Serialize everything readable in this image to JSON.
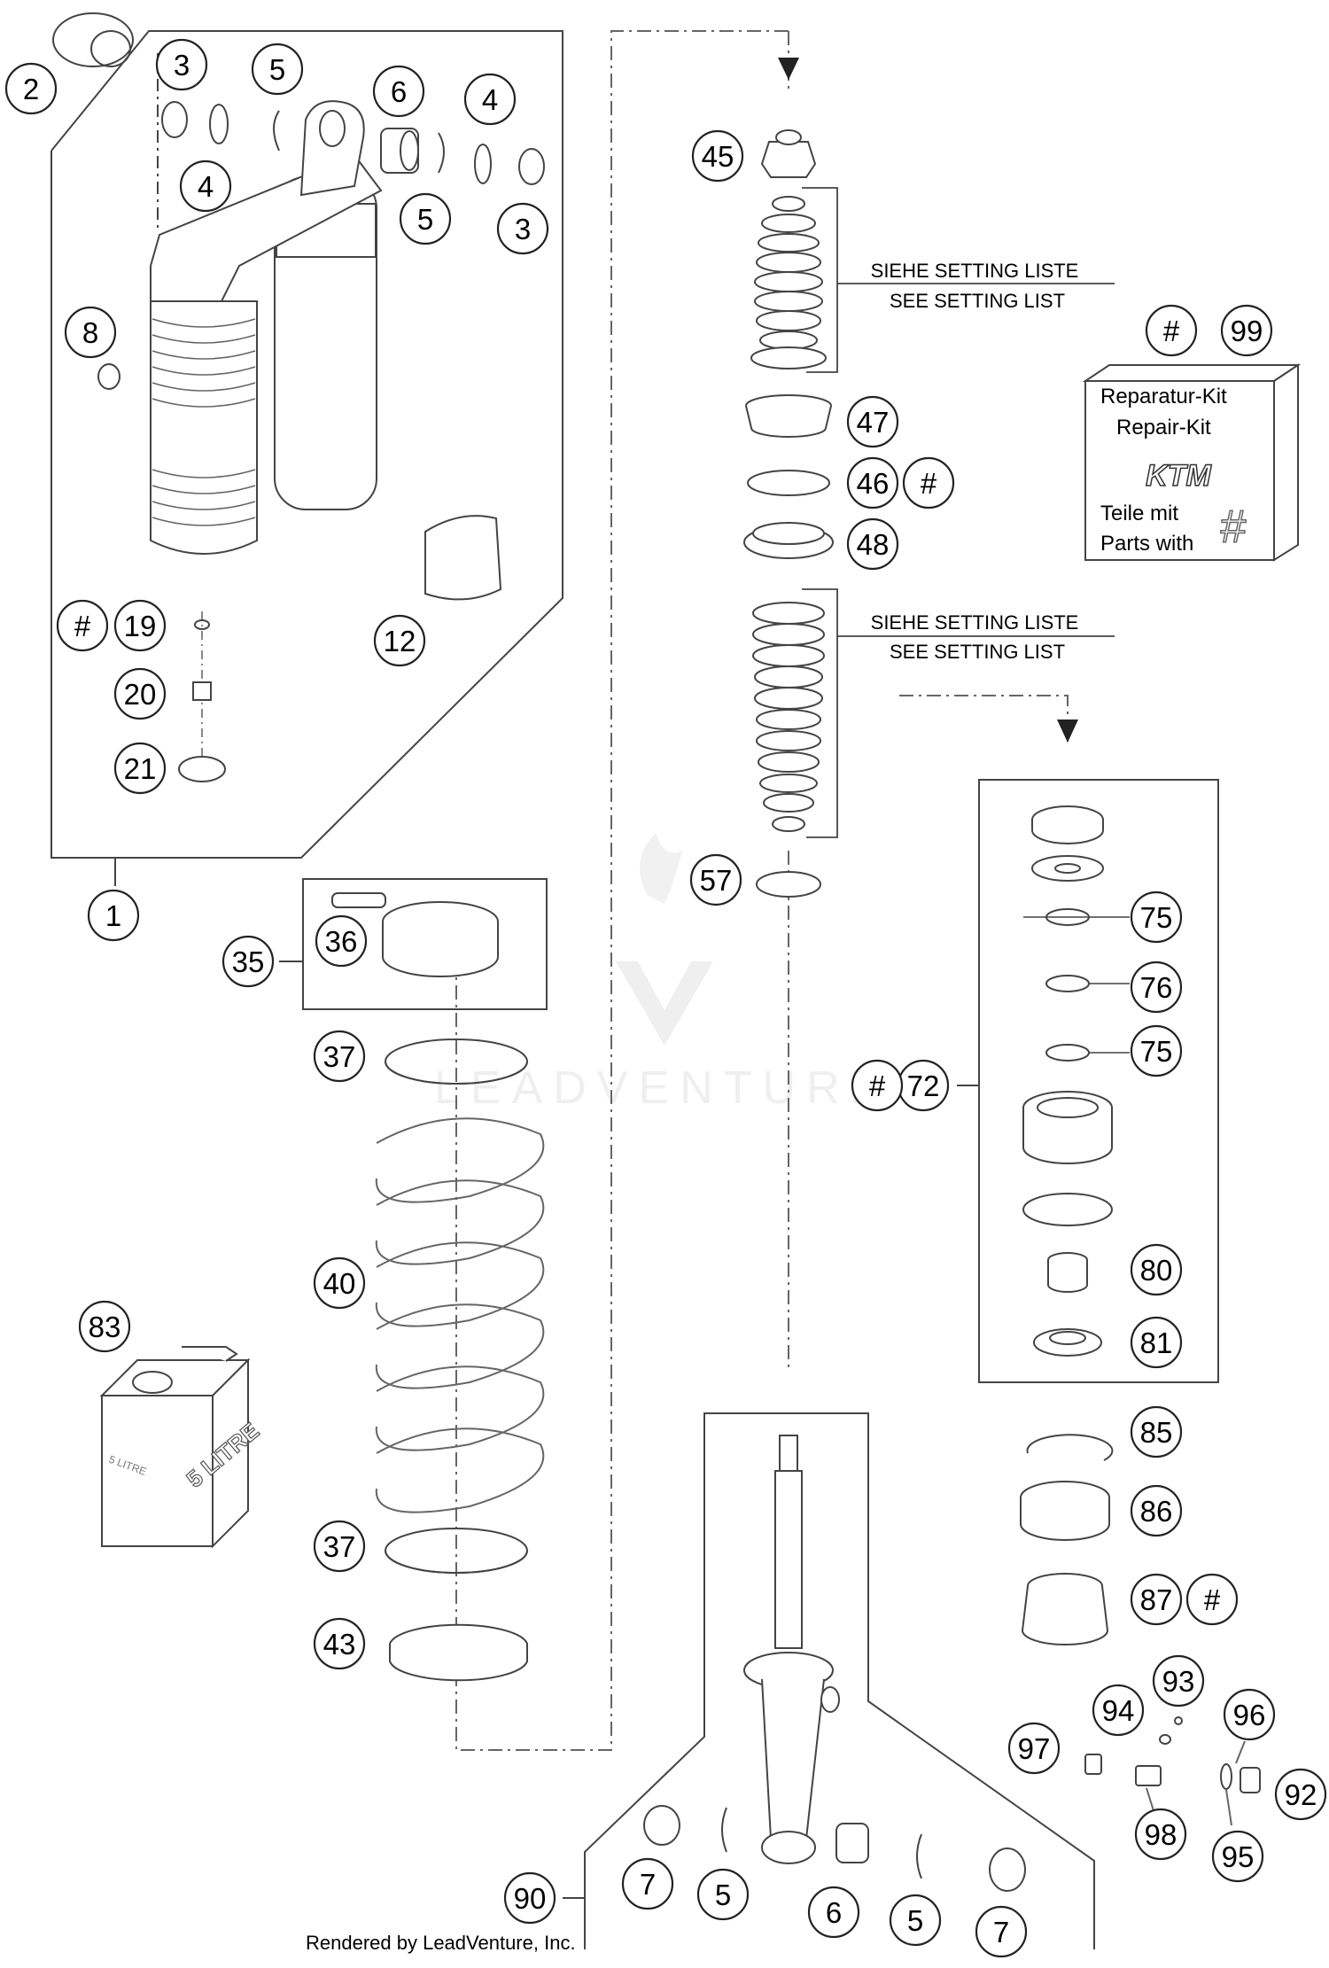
{
  "callouts": {
    "c1": "1",
    "c2": "2",
    "c3a": "3",
    "c3b": "3",
    "c4a": "4",
    "c4b": "4",
    "c5a": "5",
    "c5b": "5",
    "c6": "6",
    "c8": "8",
    "c12": "12",
    "c19": "19",
    "c20": "20",
    "c21": "21",
    "c35": "35",
    "c36": "36",
    "c37a": "37",
    "c37b": "37",
    "c40": "40",
    "c43": "43",
    "c45": "45",
    "c46": "46",
    "c47": "47",
    "c48": "48",
    "c57": "57",
    "c72": "72",
    "c75a": "75",
    "c75b": "75",
    "c76": "76",
    "c80": "80",
    "c81": "81",
    "c83": "83",
    "c85": "85",
    "c86": "86",
    "c87": "87",
    "c90": "90",
    "c7a": "7",
    "c7b": "7",
    "c5c": "5",
    "c5d": "5",
    "c6b": "6",
    "c92": "92",
    "c93": "93",
    "c94": "94",
    "c95": "95",
    "c96": "96",
    "c97": "97",
    "c98": "98",
    "c99": "99"
  },
  "hash_symbol": "#",
  "notes": {
    "setting_de": "SIEHE SETTING LISTE",
    "setting_en": "SEE SETTING LIST"
  },
  "repair_kit": {
    "title_de": "Reparatur-Kit",
    "title_en": "Repair-Kit",
    "brand": "KTM",
    "parts_de": "Teile mit",
    "parts_en": "Parts with",
    "symbol": "#"
  },
  "oil_can": {
    "label": "5 LITRE",
    "small_label": "5 LITRE"
  },
  "watermark": "LEADVENTURE",
  "footer": "Rendered by LeadVenture, Inc."
}
